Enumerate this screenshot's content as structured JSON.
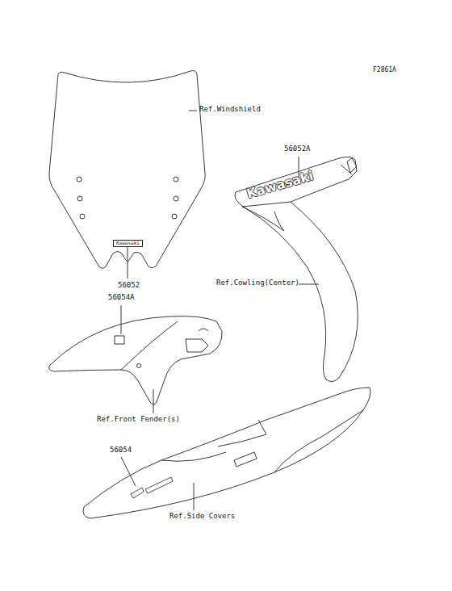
{
  "diagram": {
    "labels": [
      "F2861A",
      "Ref.Windshield",
      "Kawasaki",
      "56052",
      "56052A",
      "Kawasaki",
      "Ref.Cowling(Center)",
      "56054A",
      "Ref.Front Fender(s)",
      "56054",
      "Ref.Side Covers"
    ]
  }
}
